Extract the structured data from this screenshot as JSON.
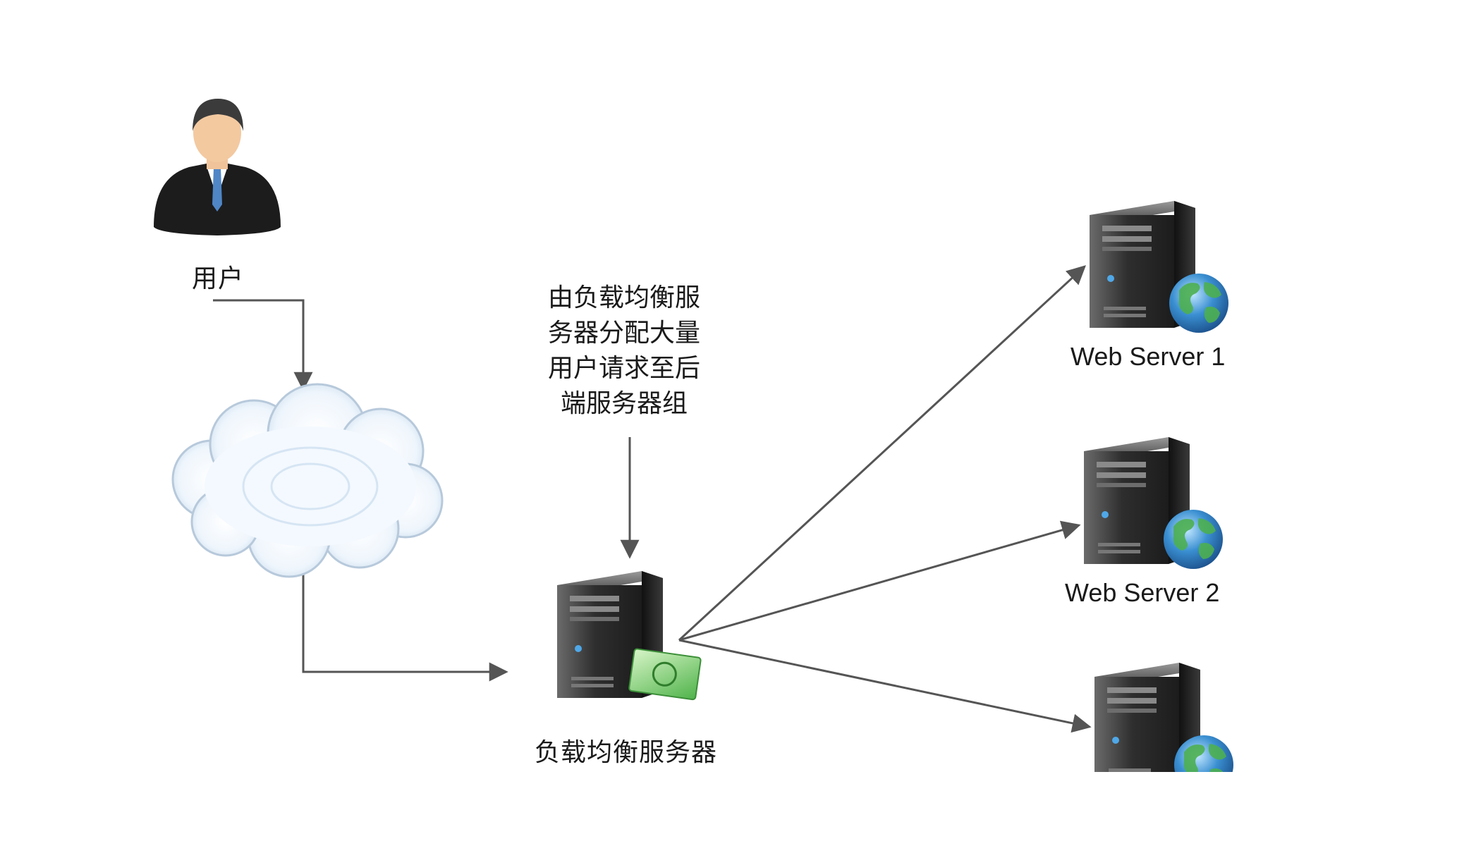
{
  "nodes": {
    "user": {
      "label": "用户",
      "icon": "user-icon"
    },
    "internet": {
      "icon": "cloud-icon"
    },
    "load_balancer": {
      "label": "负载均衡服务器",
      "icon": "server-icon"
    },
    "web_server_1": {
      "label": "Web Server 1",
      "icon": "server-icon"
    },
    "web_server_2": {
      "label": "Web Server 2",
      "icon": "server-icon"
    },
    "web_server_3": {
      "icon": "server-icon"
    }
  },
  "annotation": {
    "lines": [
      "由负载均衡服",
      "务器分配大量",
      "用户请求至后",
      "端服务器组"
    ]
  },
  "colors": {
    "arrow": "#555555",
    "server_body": "#2b2b2b",
    "globe": "#3a8fd1",
    "cloud": "#e8f1fb"
  }
}
